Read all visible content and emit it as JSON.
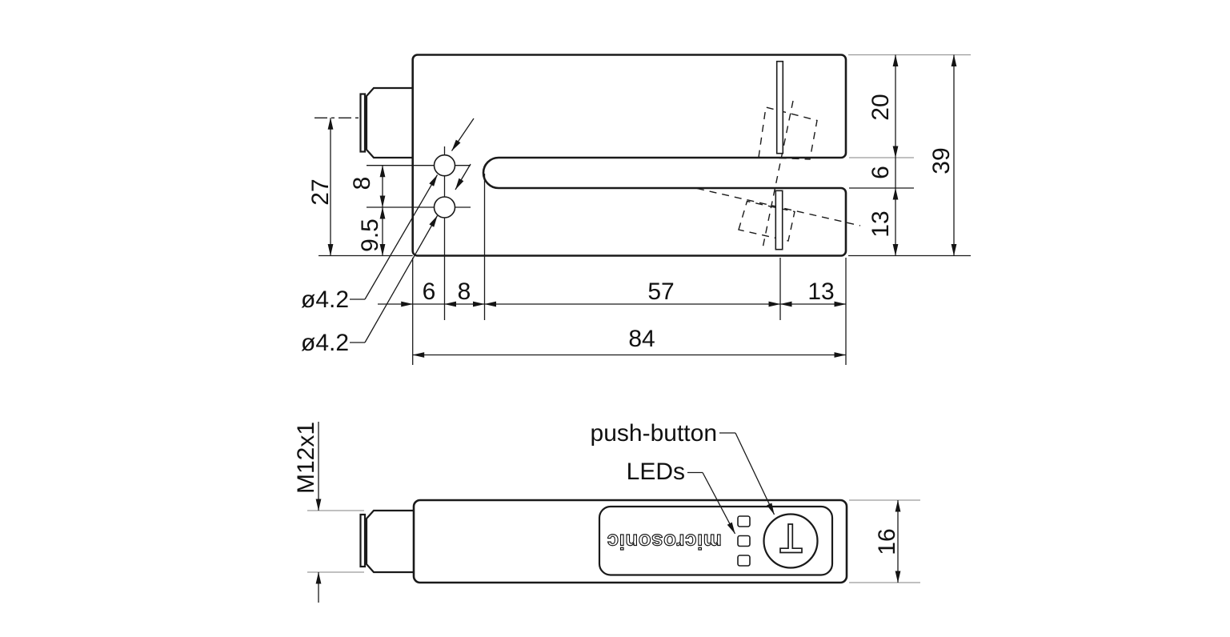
{
  "drawing": {
    "kind": "technical dimensional drawing",
    "product": "ultrasonic fork sensor",
    "accent_black": "#1a1a1a",
    "extension_gray": "#9a9a9a"
  },
  "front_view": {
    "connector_axis_to_bottom": "27",
    "hole_pitch": "8",
    "hole_to_bottom": "9.5",
    "hole_dia_top": "ø4.2",
    "hole_dia_bottom": "ø4.2",
    "edge_to_holes": "6",
    "holes_to_fork": "8",
    "fork_depth": "57",
    "fork_front": "13",
    "total_length": "84",
    "upper_arm": "20",
    "fork_gap": "6",
    "lower_arm": "13",
    "total_height": "39"
  },
  "bottom_view": {
    "connector_thread": "M12x1",
    "body_height": "16",
    "push_button_label": "push-button",
    "leds_label": "LEDs",
    "logo_text": "microsonic"
  }
}
